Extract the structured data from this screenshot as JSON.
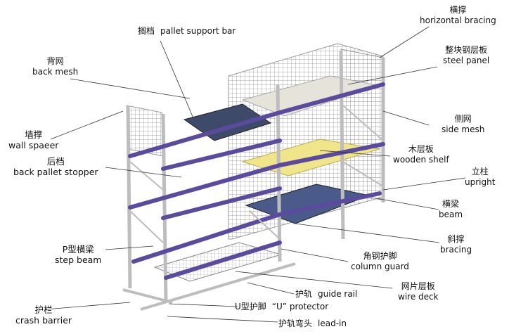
{
  "labels": {
    "pallet_support_bar": {
      "cn": "搁档",
      "en": "pallet support bar"
    },
    "horizontal_bracing": {
      "cn": "横撑",
      "en": "horizontal bracing"
    },
    "back_mesh": {
      "cn": "背网",
      "en": "back mesh"
    },
    "steel_panel": {
      "cn": "整块钢层板",
      "en": "steel panel"
    },
    "side_mesh": {
      "cn": "侧网",
      "en": "side mesh"
    },
    "wall_spacer": {
      "cn": "墙撑",
      "en": "wall spaeer"
    },
    "back_pallet_stopper": {
      "cn": "后档",
      "en": "back pallet stopper"
    },
    "wooden_shelf": {
      "cn": "木层板",
      "en": "wooden shelf"
    },
    "upright": {
      "cn": "立柱",
      "en": "upright"
    },
    "beam": {
      "cn": "横梁",
      "en": "beam"
    },
    "bracing": {
      "cn": "斜撑",
      "en": "bracing"
    },
    "step_beam": {
      "cn": "P型横梁",
      "en": "step beam"
    },
    "column_guard": {
      "cn": "角钢护脚",
      "en": "column guard"
    },
    "wire_deck": {
      "cn": "网片层板",
      "en": "wire deck"
    },
    "guide_rail": {
      "cn": "护轨",
      "en": "guide rail"
    },
    "u_protector": {
      "cn": "U型护脚",
      "en": "“U” protector"
    },
    "crash_barrier": {
      "cn": "护栏",
      "en": "crash barrier"
    },
    "lead_in": {
      "cn": "护轨弯头",
      "en": "lead-in"
    }
  },
  "colors": {
    "beam": "#5b4a9e",
    "upright": "#c8c8c8",
    "mesh": "#8a8a8a",
    "steel_panel": "#e6e3db",
    "wooden": "#f0e58a",
    "deck": "#4a5a8a",
    "leader": "#333333"
  }
}
